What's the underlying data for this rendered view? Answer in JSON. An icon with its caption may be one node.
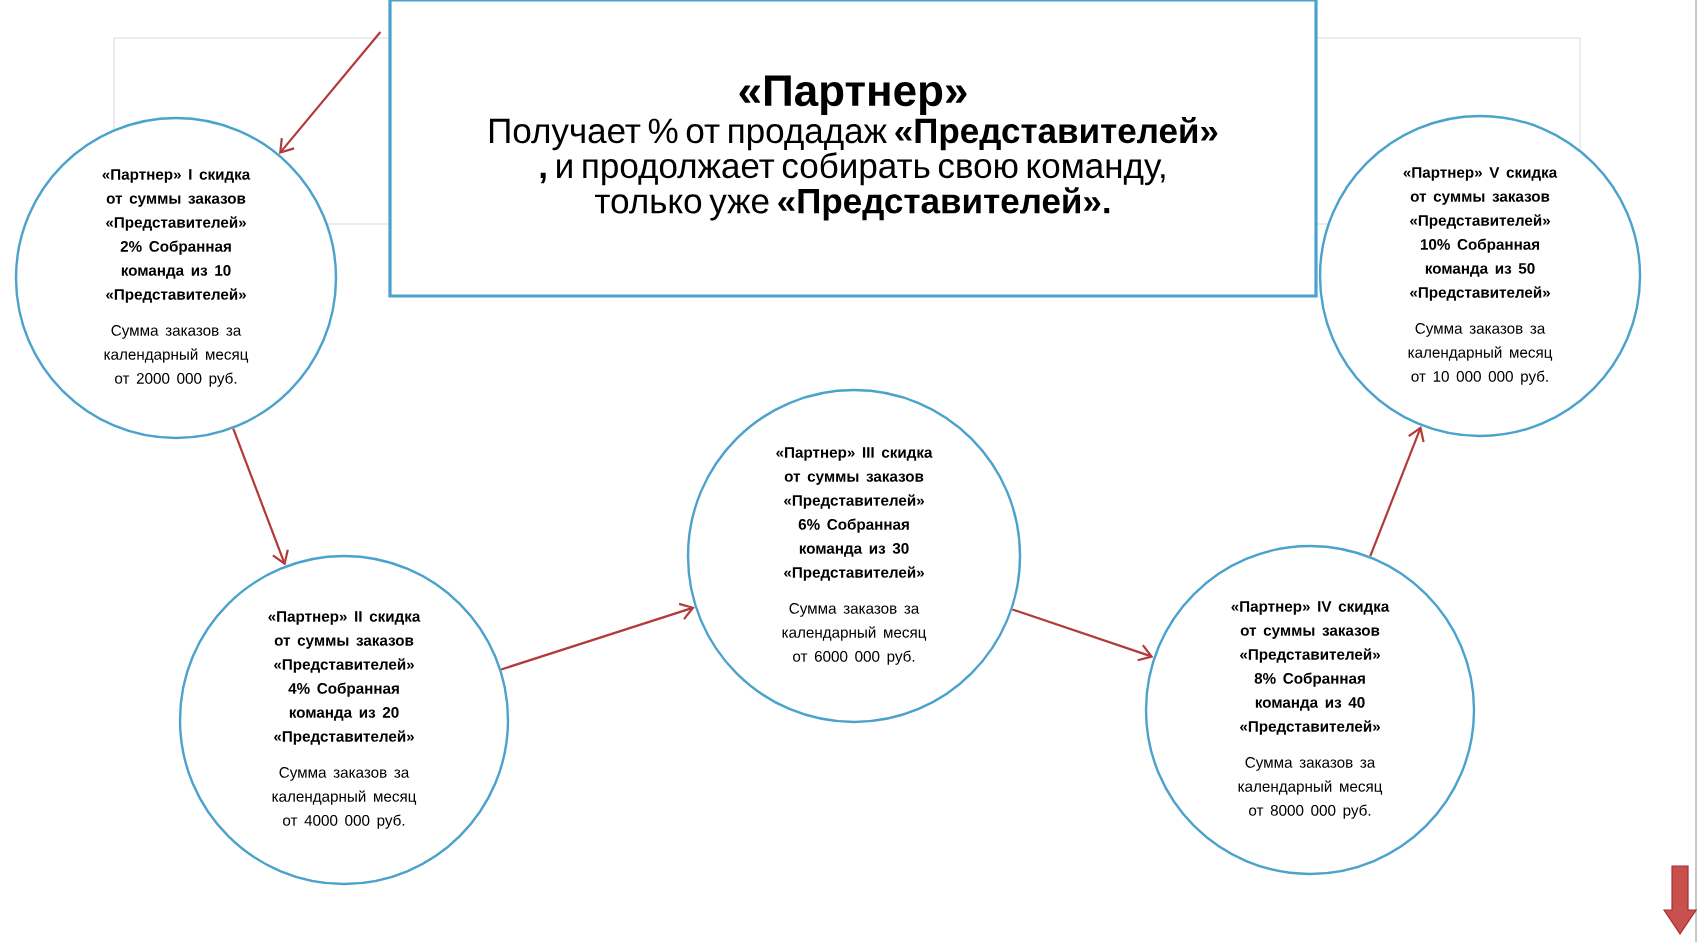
{
  "diagram": {
    "nodes": [
      {
        "text": [
          "«Партнер»",
          "Получает % от продадаж **«Представителей» ,** и продолжает собирать свою команду, только уже **«Представителей».**"
        ]
      },
      {
        "text": [
          "«Партнер» I скидка от суммы заказов «Представителей» 2% Собранная команда из 10 «Представителей»",
          "Сумма заказов за календарный месяц от 2000 000 руб."
        ]
      },
      {
        "text": [
          "«Партнер» II скидка от суммы заказов «Представителей» 4% Собранная команда из 20 «Представителей»",
          "Сумма заказов за календарный месяц от 4000 000 руб."
        ]
      },
      {
        "text": [
          "«Партнер» III скидка от суммы заказов «Представителей» 6% Собранная команда из 30 «Представителей»",
          "Сумма заказов за календарный месяц от 6000 000 руб."
        ]
      },
      {
        "text": [
          "«Партнер» IV скидка от суммы заказов «Представителей» 8% Собранная команда из 40 «Представителей»",
          "Сумма заказов за календарный месяц от 8000 000 руб."
        ]
      },
      {
        "text": [
          "«Партнер» V скидка от суммы заказов «Представителей» 10% Собранная команда из 50 «Представителей»",
          "Сумма заказов за календарный месяц от 10 000 000 руб."
        ]
      }
    ],
    "edges": [
      {
        "from": 0,
        "to": 1,
        "arrow": "to"
      },
      {
        "from": 1,
        "to": 2,
        "arrow": "to"
      },
      {
        "from": 2,
        "to": 3,
        "arrow": "to"
      },
      {
        "from": 3,
        "to": 4,
        "arrow": "to"
      },
      {
        "from": 4,
        "to": 5,
        "arrow": "to"
      }
    ]
  }
}
